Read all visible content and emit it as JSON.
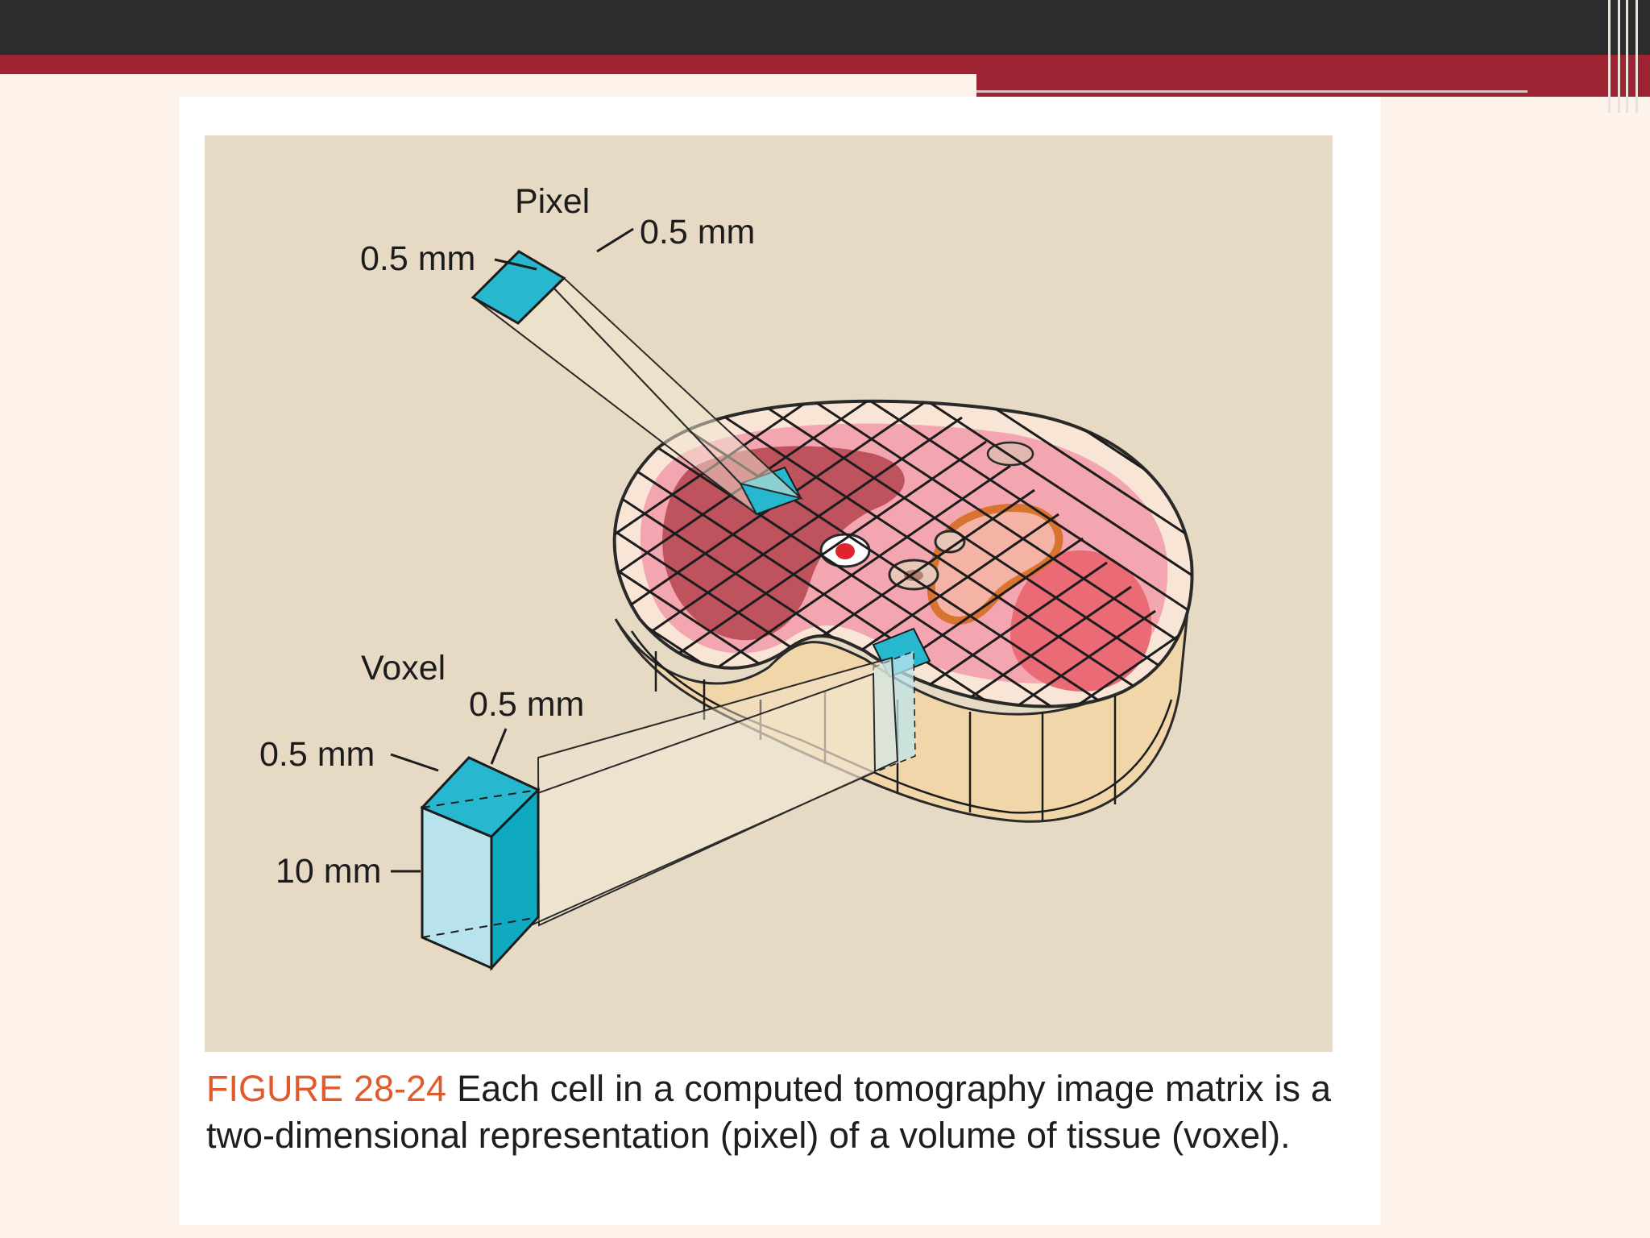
{
  "figure": {
    "labels": {
      "pixel_title": "Pixel",
      "pixel_width": "0.5 mm",
      "pixel_depth": "0.5 mm",
      "voxel_title": "Voxel",
      "voxel_depth": "0.5 mm",
      "voxel_width": "0.5 mm",
      "voxel_height": "10 mm"
    },
    "colors": {
      "background": "#e6dac5",
      "pixel_cyan": "#27b7cf",
      "tissue_dark": "#b84a55",
      "tissue_light": "#f3a6b0",
      "skin": "#f7e3cf",
      "kidney_orange": "#d8742f"
    }
  },
  "caption": {
    "figure_number": "FIGURE 28-24",
    "text": " Each cell in a computed tomography image matrix is a two-dimensional representation (pixel) of a volume of tissue (voxel)."
  },
  "theme": {
    "topbar": "#2d2d2d",
    "accent": "#9e2333",
    "page": "#fdf3ea"
  }
}
